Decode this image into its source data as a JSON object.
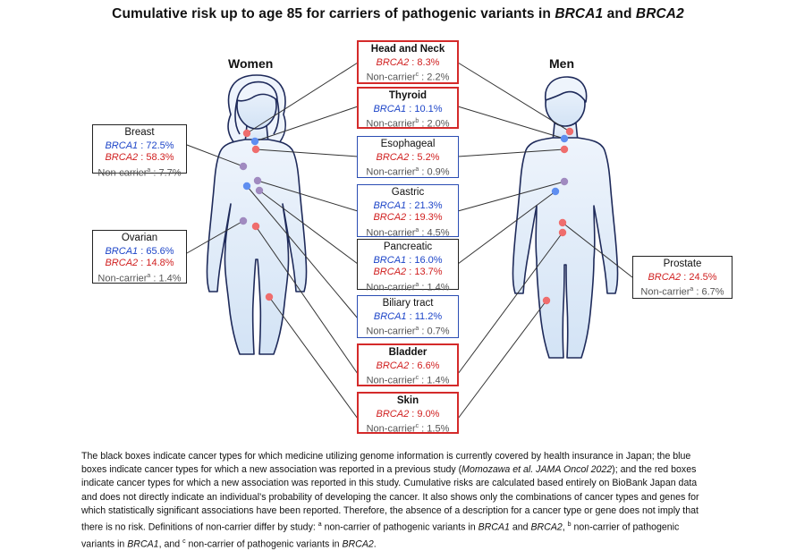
{
  "title": {
    "prefix": "Cumulative risk up to age 85 for carriers of pathogenic variants in ",
    "gene1": "BRCA1",
    "and": " and ",
    "gene2": "BRCA2"
  },
  "labels": {
    "women": "Women",
    "men": "Men"
  },
  "colors": {
    "brca1": "#1d45c8",
    "brca2": "#d01f1f",
    "noncarrier": "#555555",
    "box_black": "#222222",
    "box_blue": "#2a4db3",
    "box_red": "#d42a2a",
    "body_fill": "#dbe8f7",
    "body_stroke": "#1e2a5a",
    "dot_red": "#ef6d6d",
    "dot_blue": "#5f8ef0",
    "dot_purple": "#a08ac0"
  },
  "boxes": {
    "breast": {
      "name": "Breast",
      "brca1_gene": "BRCA1",
      "brca1_value": "72.5%",
      "brca2_gene": "BRCA2",
      "brca2_value": "58.3%",
      "nc_text": "Non-carrier",
      "nc_sup": "a",
      "nc_value": "7.7%"
    },
    "ovarian": {
      "name": "Ovarian",
      "brca1_gene": "BRCA1",
      "brca1_value": "65.6%",
      "brca2_gene": "BRCA2",
      "brca2_value": "14.8%",
      "nc_text": "Non-carrier",
      "nc_sup": "a",
      "nc_value": "1.4%"
    },
    "head_neck": {
      "name": "Head and Neck",
      "brca2_gene": "BRCA2",
      "brca2_value": "8.3%",
      "nc_text": "Non-carrier",
      "nc_sup": "c",
      "nc_value": "2.2%"
    },
    "thyroid": {
      "name": "Thyroid",
      "brca1_gene": "BRCA1",
      "brca1_value": "10.1%",
      "nc_text": "Non-carrier",
      "nc_sup": "b",
      "nc_value": "2.0%"
    },
    "esophageal": {
      "name": "Esophageal",
      "brca2_gene": "BRCA2",
      "brca2_value": "5.2%",
      "nc_text": "Non-carrier",
      "nc_sup": "a",
      "nc_value": "0.9%"
    },
    "gastric": {
      "name": "Gastric",
      "brca1_gene": "BRCA1",
      "brca1_value": "21.3%",
      "brca2_gene": "BRCA2",
      "brca2_value": "19.3%",
      "nc_text": "Non-carrier",
      "nc_sup": "a",
      "nc_value": "4.5%"
    },
    "pancreatic": {
      "name": "Pancreatic",
      "brca1_gene": "BRCA1",
      "brca1_value": "16.0%",
      "brca2_gene": "BRCA2",
      "brca2_value": "13.7%",
      "nc_text": "Non-carrier",
      "nc_sup": "a",
      "nc_value": "1.4%"
    },
    "biliary": {
      "name": "Biliary tract",
      "brca1_gene": "BRCA1",
      "brca1_value": "11.2%",
      "nc_text": "Non-carrier",
      "nc_sup": "a",
      "nc_value": "0.7%"
    },
    "bladder": {
      "name": "Bladder",
      "brca2_gene": "BRCA2",
      "brca2_value": "6.6%",
      "nc_text": "Non-carrier",
      "nc_sup": "c",
      "nc_value": "1.4%"
    },
    "skin": {
      "name": "Skin",
      "brca2_gene": "BRCA2",
      "brca2_value": "9.0%",
      "nc_text": "Non-carrier",
      "nc_sup": "c",
      "nc_value": "1.5%"
    },
    "prostate": {
      "name": "Prostate",
      "brca2_gene": "BRCA2",
      "brca2_value": "24.5%",
      "nc_text": "Non-carrier",
      "nc_sup": "a",
      "nc_value": "6.7%"
    }
  },
  "caption": {
    "p1": "The black boxes indicate cancer types for which medicine utilizing genome information is currently covered by health insurance in Japan; the blue boxes indicate cancer types for which a new association was reported in a previous study (",
    "cite": "Momozawa et al. JAMA Oncol 2022",
    "p2": "); and the red boxes indicate cancer types for which a new association was reported in this study. Cumulative risks are calculated based entirely on BioBank Japan data and does not directly indicate an individual’s probability of developing the cancer. It also shows only the combinations of cancer types and genes for which statistically significant associations have been reported. Therefore, the absence of a description for a cancer type or gene does not imply that there is no risk. Definitions of non-carrier differ by study: ",
    "sup_a": "a",
    "p3": " non-carrier of pathogenic variants in ",
    "g1": "BRCA1",
    "p4": " and ",
    "g2": "BRCA2",
    "p5": ", ",
    "sup_b": "b",
    "p6": " non-carrier of pathogenic variants in ",
    "g3": "BRCA1",
    "p7": ", and ",
    "sup_c": "c",
    "p8": " non-carrier of pathogenic variants in ",
    "g4": "BRCA2",
    "p9": "."
  }
}
